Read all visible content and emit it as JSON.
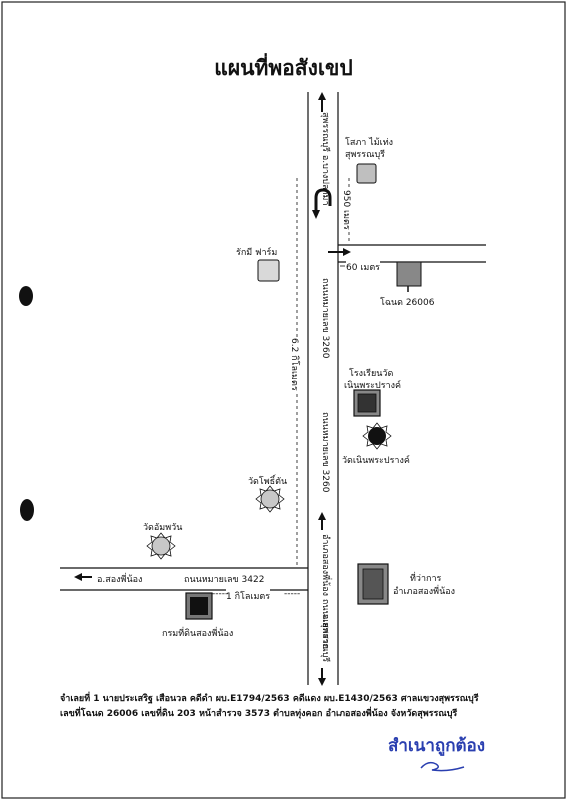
{
  "title": "แผนที่พอสังเขป",
  "roads": {
    "left_road_top": "ถนนหมายเลข 3260",
    "left_road_bottom": "ถนนหมายเลข 3260",
    "right_road_top": "สุพรรณบุรี อ.บางปลาม้า",
    "right_road_bottom": "อำเภอสองพี่น้อง ถนนแยกสาย",
    "right_road_low": "จ.สุพรรณบุรี",
    "horizontal": "ถนนหมายเลข 3422",
    "to_songphinong": "อ.สองพี่น้อง"
  },
  "distances": {
    "d950": "950 เมตร",
    "d60": "60 เมตร",
    "d62": "6.2 กิโลเมตร",
    "d1": "1 กิโลเมตร"
  },
  "places": {
    "sapha": "โสภา ไม้เท่ง สุพรรณบุรี",
    "rakmi": "รักมี ฟาร์ม",
    "chanot": "โฉนด 26006",
    "school_1": "โรงเรียนวัด",
    "school_2": "เนินพระปรางค์",
    "wat_noen": "วัดเนินพระปรางค์",
    "wat_pho": "วัดโพธิ์ตัน",
    "wat_aum": "วัดอัมพวัน",
    "district_1": "ที่ว่าการ",
    "district_2": "อำเภอสองพี่น้อง",
    "land_office": "กรมที่ดินสองพี่น้อง"
  },
  "footer": {
    "line1": "จำเลยที่ 1 นายประเสริฐ เสือนวล  คดีดำ ผบ.E1794/2563 คดีแดง ผบ.E1430/2563  ศาลแขวงสุพรรณบุรี",
    "line2": "เลขที่โฉนด 26006 เลขที่ดิน 203 หน้าสำรวจ 3573 ตำบลทุ่งคอก อำเภอสองพี่น้อง จังหวัดสุพรรณบุรี"
  },
  "stamp": "สำเนาถูกต้อง",
  "colors": {
    "ink": "#111111",
    "stamp": "#2a3fb0",
    "square_fill": "#d9d9d9",
    "marker_fill": "#888888",
    "star_fill": "#c8c8c8"
  }
}
